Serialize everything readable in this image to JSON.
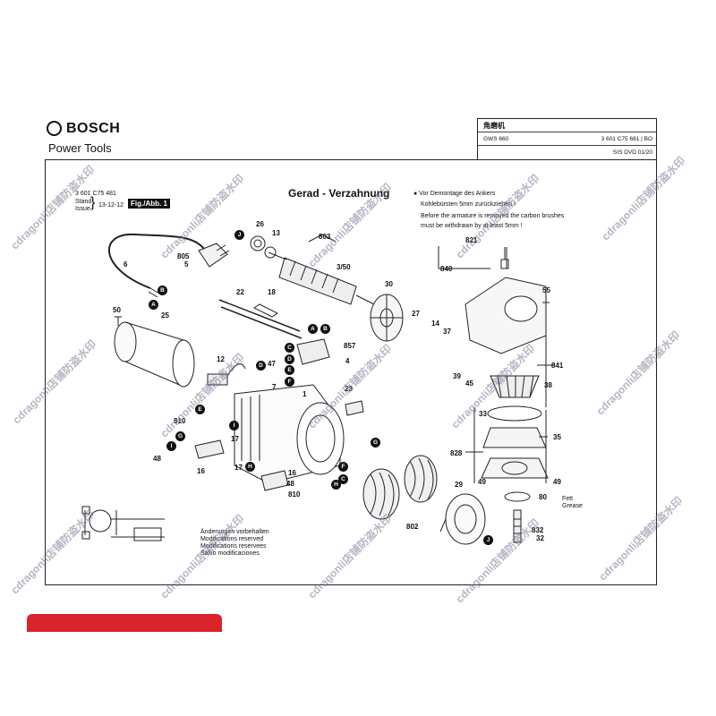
{
  "header": {
    "brand": "BOSCH",
    "subtitle": "Power Tools",
    "title_cn": "角磨机",
    "model": "GWS 660",
    "part_no": "3 601 C75 681 | BO",
    "sis": "SIS DVD 01/20"
  },
  "stand": {
    "code": "3 601 C75 481",
    "stand_label": "Stand",
    "issue_label": "Issue",
    "date": "13-12-12",
    "fig": "Fig./Abb. 1"
  },
  "diagram_title": "Gerad - Verzahnung",
  "note": {
    "line1": "● Vor Demontage des Ankers",
    "line2": "Kohlebürsten 5mm zurückziehen !",
    "line3": "Before the armature is removed the carbon brushes",
    "line4": "must be withdrawn by at least 5mm !"
  },
  "changes": {
    "l1": "Änderungen vorbehalten",
    "l2": "Modifications reserved",
    "l3": "Modifications reservees",
    "l4": "Salvo modificaciones"
  },
  "grease": {
    "l1": "Fett",
    "l2": "Grease"
  },
  "parts": {
    "p26": "26",
    "p13": "13",
    "p803": "803",
    "p350": "3/50",
    "p805": "805",
    "p5": "5",
    "p6": "6",
    "p821": "821",
    "p840": "840",
    "p55": "55",
    "p30": "30",
    "p27": "27",
    "p14": "14",
    "p37": "37",
    "p22": "22",
    "p18": "18",
    "p50": "50",
    "p25": "25",
    "p857": "857",
    "p4": "4",
    "p12": "12",
    "p47": "47",
    "p7": "7",
    "p1": "1",
    "p841": "841",
    "p39": "39",
    "p45": "45",
    "p38": "38",
    "p23": "23",
    "p33": "33",
    "p35": "35",
    "p828": "828",
    "p49a": "49",
    "p49b": "49",
    "p810a": "810",
    "p17a": "17",
    "p48a": "48",
    "p16a": "16",
    "p17b": "17",
    "p16b": "16",
    "p48b": "48",
    "p810b": "810",
    "p29": "29",
    "p802": "802",
    "p80": "80",
    "p832": "832",
    "p32": "32"
  },
  "badges": {
    "J": "J",
    "B": "B",
    "A": "A",
    "C": "C",
    "D": "D",
    "E": "E",
    "F": "F",
    "G": "G",
    "H": "H",
    "I": "I"
  },
  "watermark": "cdragonli店铺防盗水印"
}
